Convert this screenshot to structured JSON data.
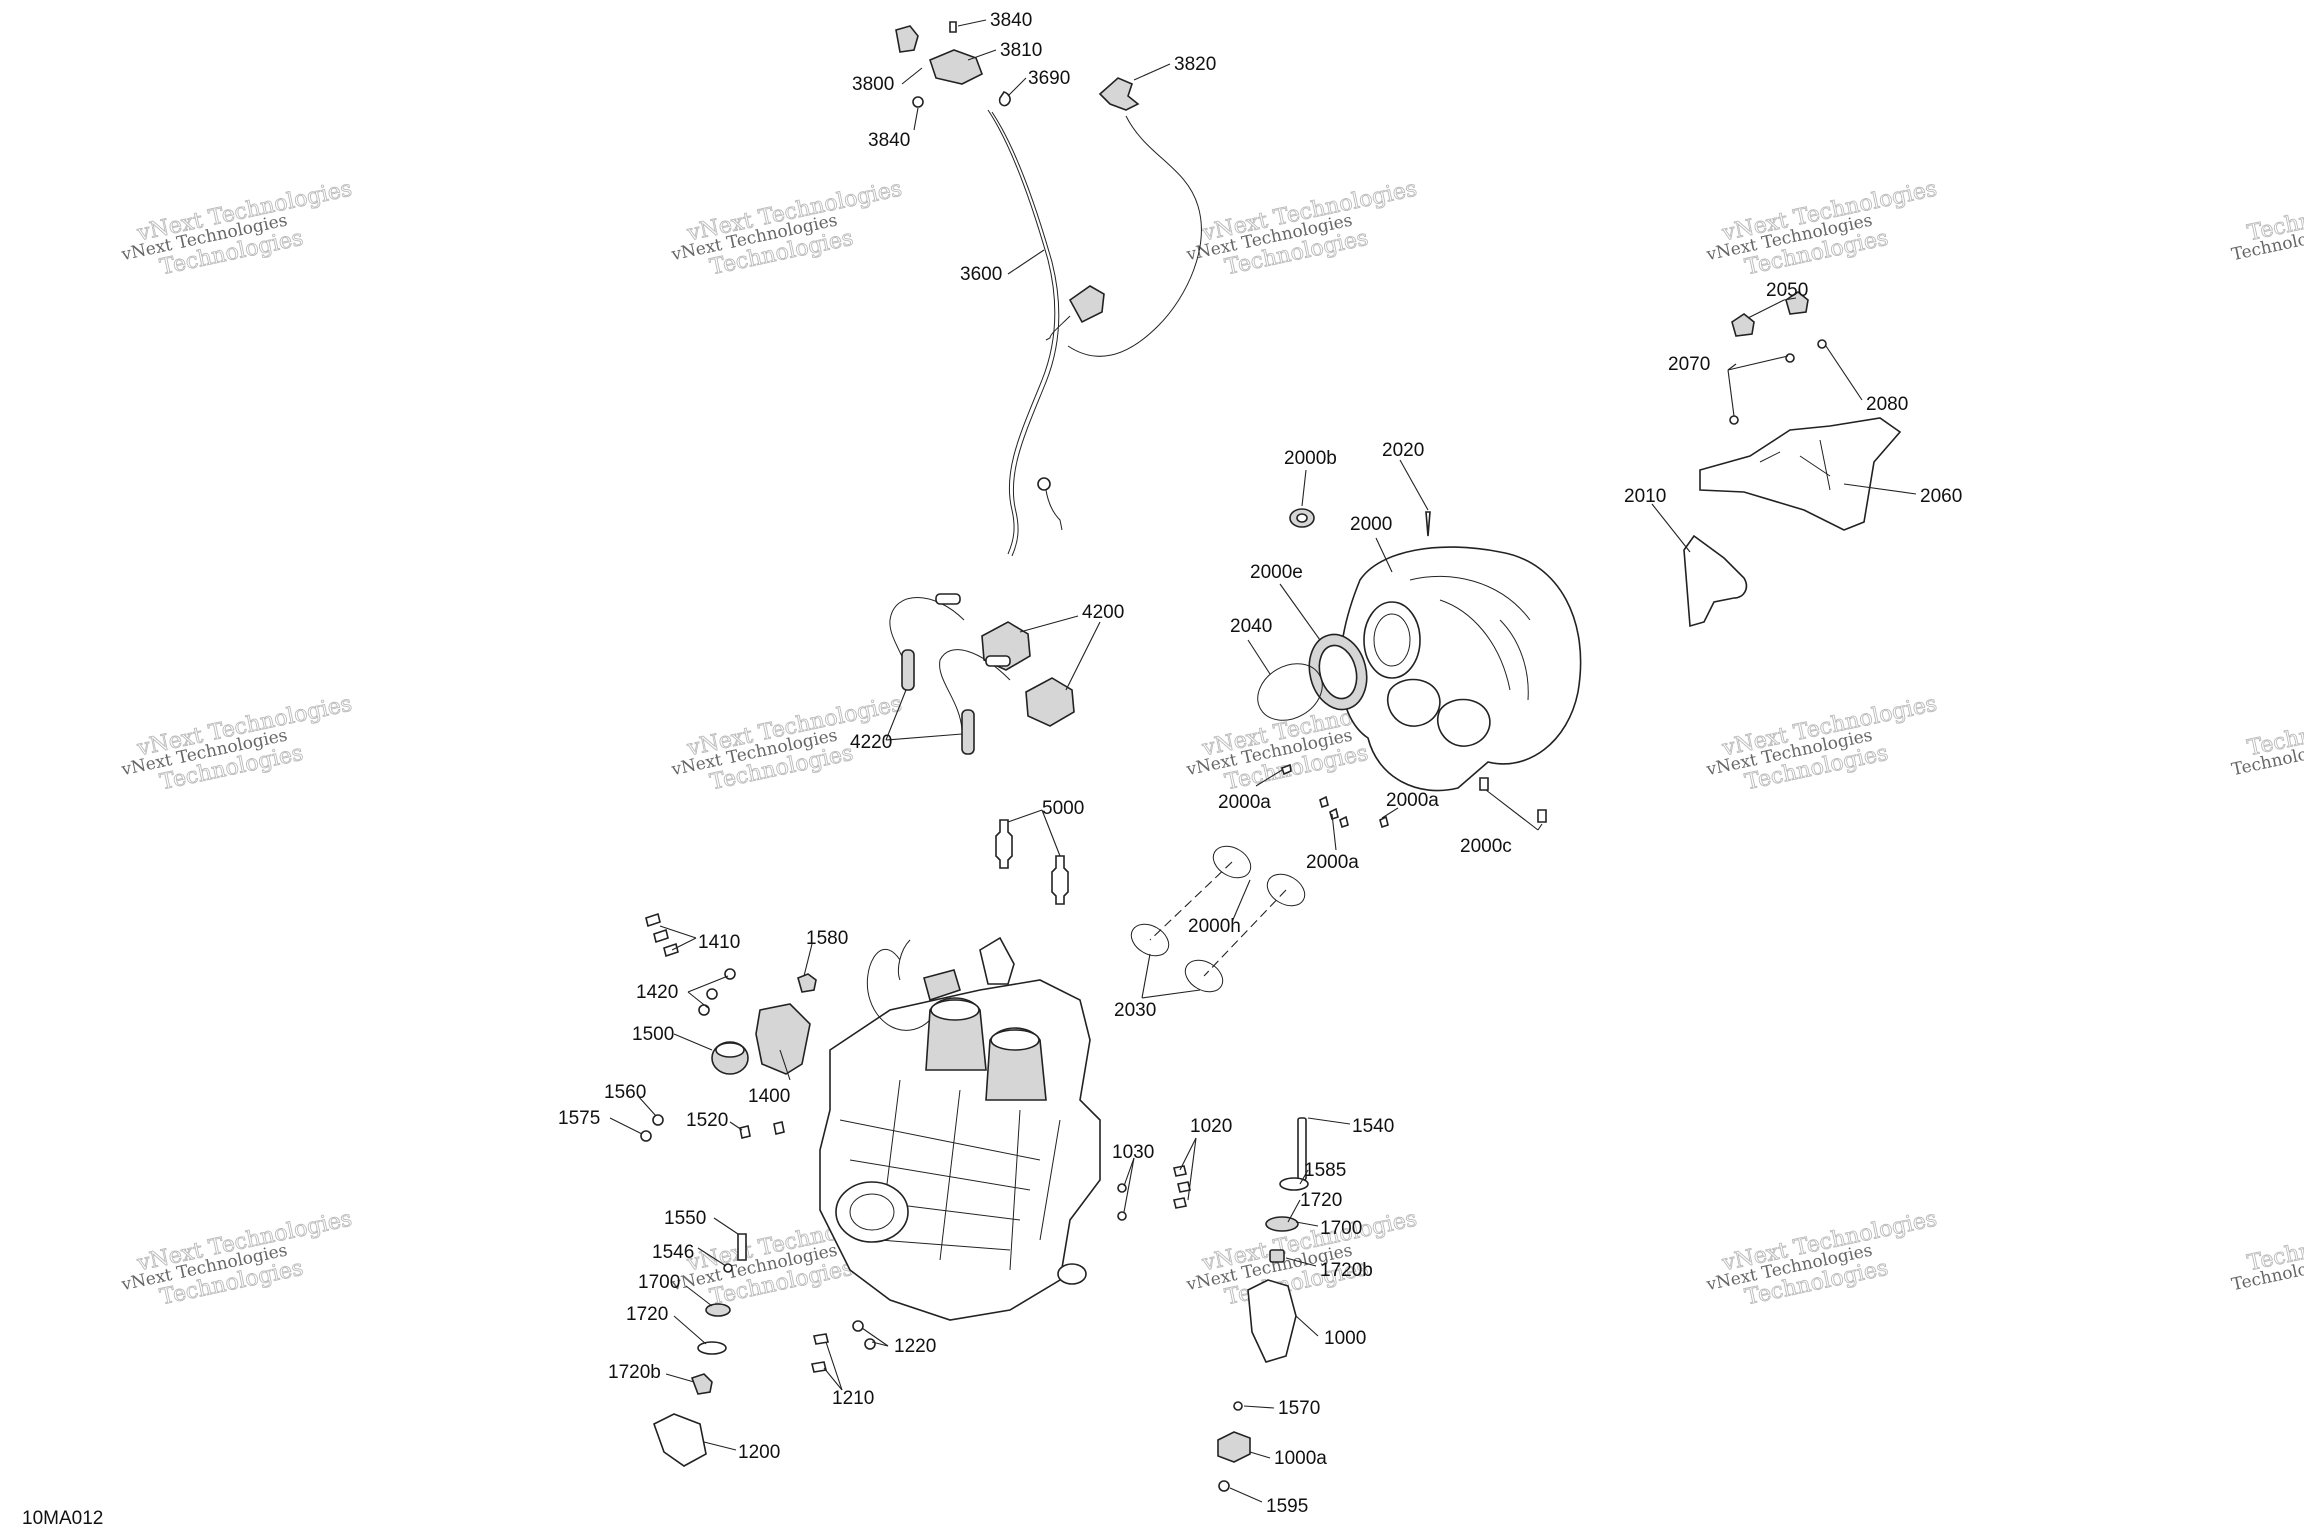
{
  "diagram_id": "10MA012",
  "watermark": {
    "line1": "vNext Technologies",
    "line2": "Technologies"
  },
  "labels": {
    "l3840a": "3840",
    "l3810": "3810",
    "l3800": "3800",
    "l3690": "3690",
    "l3840b": "3840",
    "l3820": "3820",
    "l3600": "3600",
    "l2050": "2050",
    "l2070": "2070",
    "l2080": "2080",
    "l2060": "2060",
    "l2010": "2010",
    "l2000b": "2000b",
    "l2020": "2020",
    "l2000": "2000",
    "l2000e": "2000e",
    "l2040": "2040",
    "l4200": "4200",
    "l4220": "4220",
    "l5000": "5000",
    "l2000a1": "2000a",
    "l2000a2": "2000a",
    "l2000a3": "2000a",
    "l2000c": "2000c",
    "l2000h": "2000h",
    "l2030": "2030",
    "l1410": "1410",
    "l1580": "1580",
    "l1420": "1420",
    "l1500": "1500",
    "l1400": "1400",
    "l1560": "1560",
    "l1575": "1575",
    "l1520": "1520",
    "l1020": "1020",
    "l1030": "1030",
    "l1540": "1540",
    "l1585": "1585",
    "l1720a": "1720",
    "l1700a": "1700",
    "l1720ba": "1720b",
    "l1000": "1000",
    "l1550": "1550",
    "l1546": "1546",
    "l1700b": "1700",
    "l1720b": "1720",
    "l1720bb": "1720b",
    "l1200": "1200",
    "l1220": "1220",
    "l1210": "1210",
    "l1570": "1570",
    "l1000a": "1000a",
    "l1595": "1595"
  }
}
